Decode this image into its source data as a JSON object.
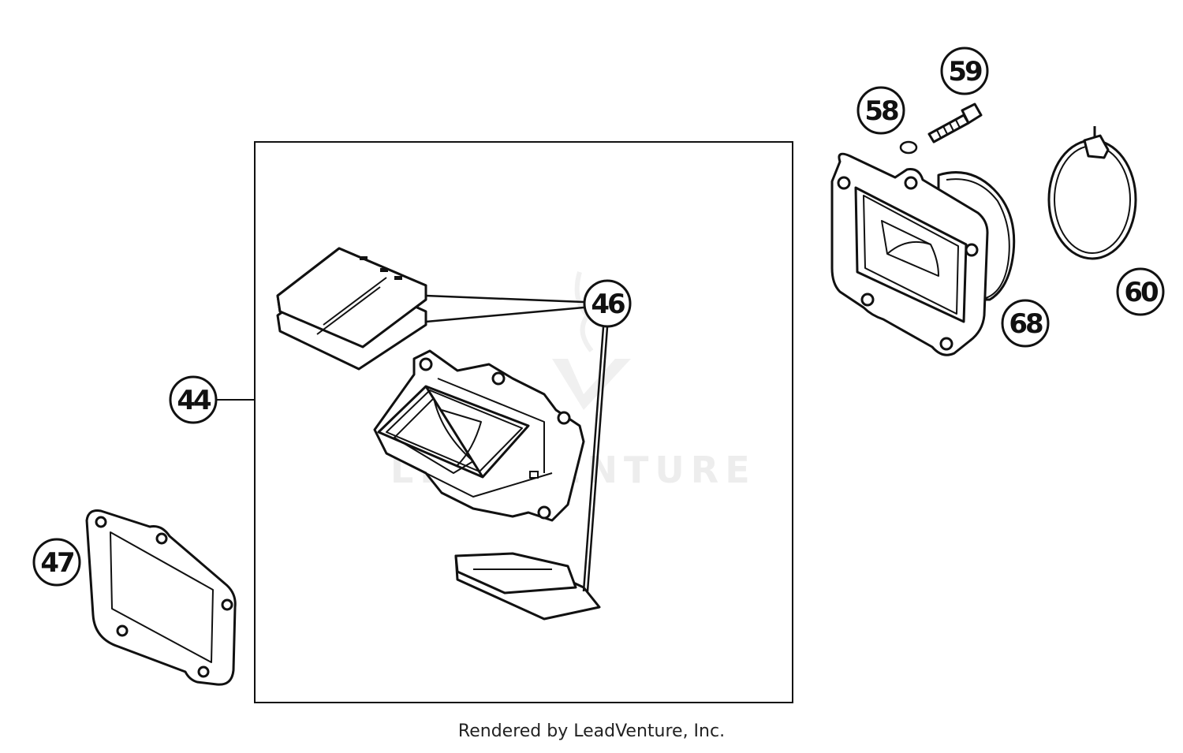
{
  "callouts": {
    "c44": "44",
    "c46": "46",
    "c47": "47",
    "c58": "58",
    "c59": "59",
    "c60": "60",
    "c68": "68"
  },
  "watermark": {
    "text": "LEADVENTURE"
  },
  "footer": {
    "text": "Rendered by LeadVenture, Inc."
  }
}
